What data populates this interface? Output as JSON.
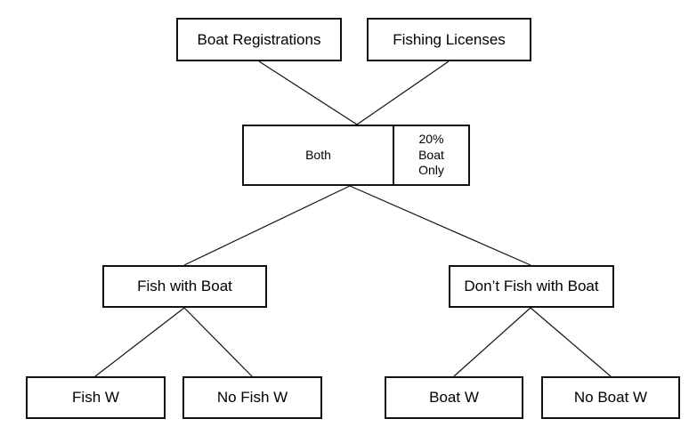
{
  "diagram": {
    "type": "tree",
    "nodes": {
      "boat_registrations": "Boat Registrations",
      "fishing_licenses": "Fishing Licenses",
      "both": "Both",
      "boat_only": [
        "20%",
        "Boat",
        "Only"
      ],
      "fish_with_boat": "Fish with Boat",
      "dont_fish_with_boat": "Don’t Fish with Boat",
      "fish_w": "Fish W",
      "no_fish_w": "No Fish W",
      "boat_w": "Boat W",
      "no_boat_w": "No Boat W"
    },
    "edges": [
      [
        "boat_registrations",
        "both"
      ],
      [
        "fishing_licenses",
        "both"
      ],
      [
        "both",
        "fish_with_boat"
      ],
      [
        "both",
        "dont_fish_with_boat"
      ],
      [
        "fish_with_boat",
        "fish_w"
      ],
      [
        "fish_with_boat",
        "no_fish_w"
      ],
      [
        "dont_fish_with_boat",
        "boat_w"
      ],
      [
        "dont_fish_with_boat",
        "no_boat_w"
      ]
    ],
    "colors": {
      "stroke": "#111111",
      "fill": "#ffffff",
      "text": "#000000"
    }
  }
}
